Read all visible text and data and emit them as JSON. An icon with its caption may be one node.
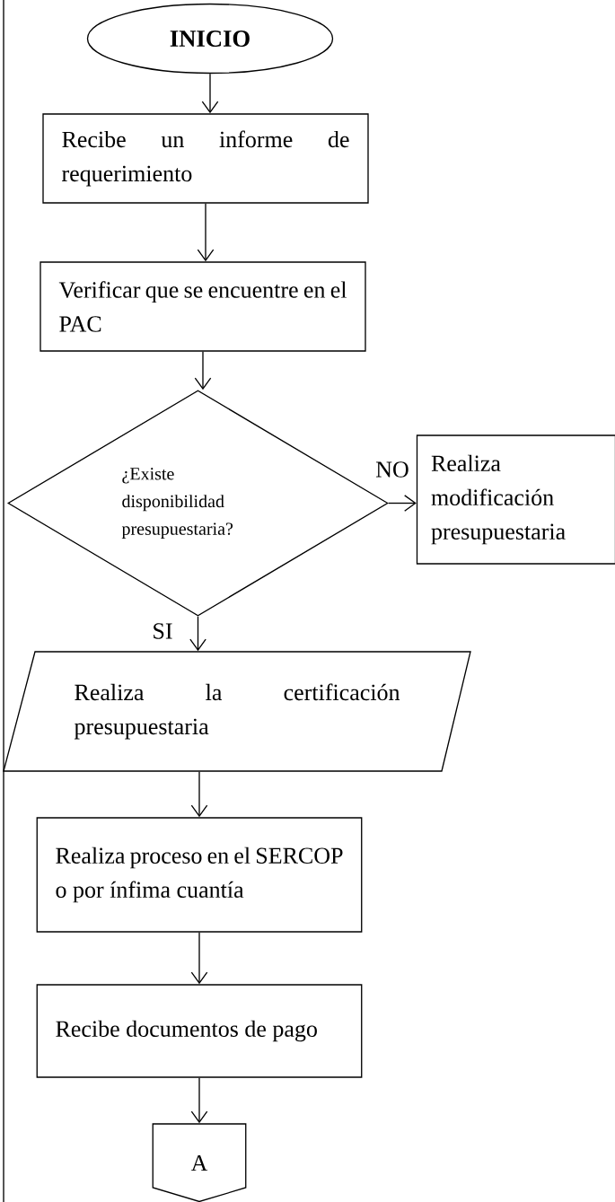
{
  "diagram": {
    "nodes": [
      {
        "text": [
          "INICIO"
        ]
      },
      {
        "text": [
          "Recibe un informe de requerimiento"
        ]
      },
      {
        "text": [
          "Verificar que se encuentre en el PAC"
        ]
      },
      {
        "text": [
          "¿Existe disponibilidad presupuestaria?"
        ]
      },
      {
        "text": [
          "Realiza modificación presupuestaria"
        ]
      },
      {
        "text": [
          "Realiza la certificación presupuestaria"
        ]
      },
      {
        "text": [
          "Realiza proceso en el SERCOP o por ínfima cuantía"
        ]
      },
      {
        "text": [
          "Recibe documentos de pago"
        ]
      },
      {
        "text": [
          "A"
        ]
      }
    ],
    "edges": [
      {
        "from": 0,
        "to": 1,
        "arrow": "to"
      },
      {
        "from": 1,
        "to": 2,
        "arrow": "to"
      },
      {
        "from": 2,
        "to": 3,
        "arrow": "to"
      },
      {
        "from": 3,
        "to": 4,
        "arrow": "to",
        "label": "NO"
      },
      {
        "from": 3,
        "to": 5,
        "arrow": "to",
        "label": "SI"
      },
      {
        "from": 5,
        "to": 6,
        "arrow": "to"
      },
      {
        "from": 6,
        "to": 7,
        "arrow": "to"
      },
      {
        "from": 7,
        "to": 8,
        "arrow": "to"
      }
    ]
  }
}
